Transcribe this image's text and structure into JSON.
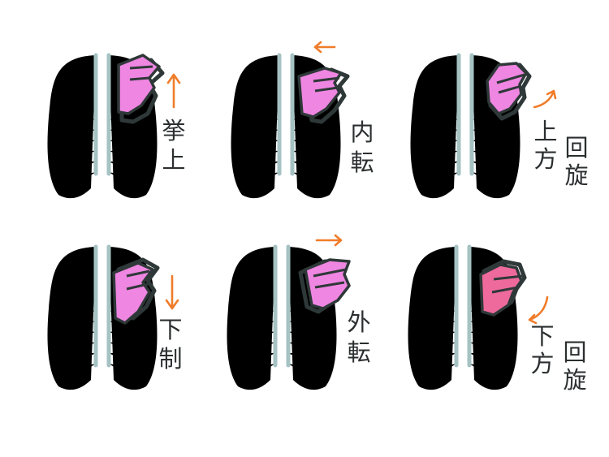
{
  "colors": {
    "ribcage": "#a6c2c3",
    "scapula_pink": "#ef86e2",
    "scapula_red": "#ee6a9c",
    "outline": "#2f3838",
    "arrow": "#f07c2a"
  },
  "panels": [
    {
      "id": "elevation",
      "chars": [
        "挙",
        "上"
      ],
      "arrow": "up"
    },
    {
      "id": "protraction",
      "chars": [
        "内",
        "転"
      ],
      "arrow": "left"
    },
    {
      "id": "upward-rotation",
      "chars": [
        "上",
        "方",
        "回",
        "旋"
      ],
      "arrow": "curve-up"
    },
    {
      "id": "depression",
      "chars": [
        "下",
        "制"
      ],
      "arrow": "down"
    },
    {
      "id": "retraction",
      "chars": [
        "外",
        "転"
      ],
      "arrow": "right"
    },
    {
      "id": "downward-rotation",
      "chars": [
        "下",
        "方",
        "回",
        "旋"
      ],
      "arrow": "curve-down"
    }
  ]
}
